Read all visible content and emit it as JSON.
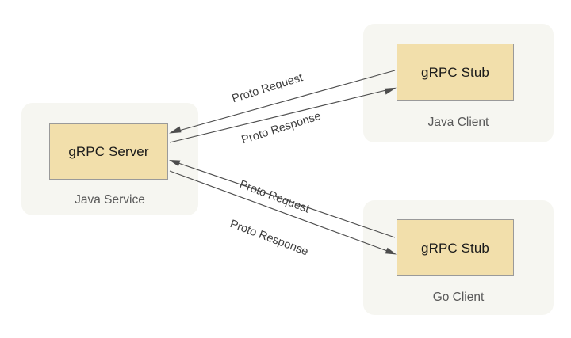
{
  "diagram": {
    "background_color": "#ffffff",
    "node_fill": "#f2dfab",
    "node_border": "#9a9a9a",
    "group_fill": "#f6f6f1",
    "edge_color": "#4d4d4d",
    "groups": [
      {
        "id": "java-service",
        "caption": "Java Service",
        "node_label": "gRPC Server"
      },
      {
        "id": "java-client",
        "caption": "Java Client",
        "node_label": "gRPC Stub"
      },
      {
        "id": "go-client",
        "caption": "Go Client",
        "node_label": "gRPC Stub"
      }
    ],
    "edges": [
      {
        "id": "java-request",
        "label": "Proto Request",
        "from": "Java Client gRPC Stub",
        "to": "Java Service gRPC Server"
      },
      {
        "id": "java-response",
        "label": "Proto Response",
        "from": "Java Service gRPC Server",
        "to": "Java Client gRPC Stub"
      },
      {
        "id": "go-request",
        "label": "Proto Request",
        "from": "Go Client gRPC Stub",
        "to": "Java Service gRPC Server"
      },
      {
        "id": "go-response",
        "label": "Proto Response",
        "from": "Java Service gRPC Server",
        "to": "Go Client gRPC Stub"
      }
    ]
  }
}
